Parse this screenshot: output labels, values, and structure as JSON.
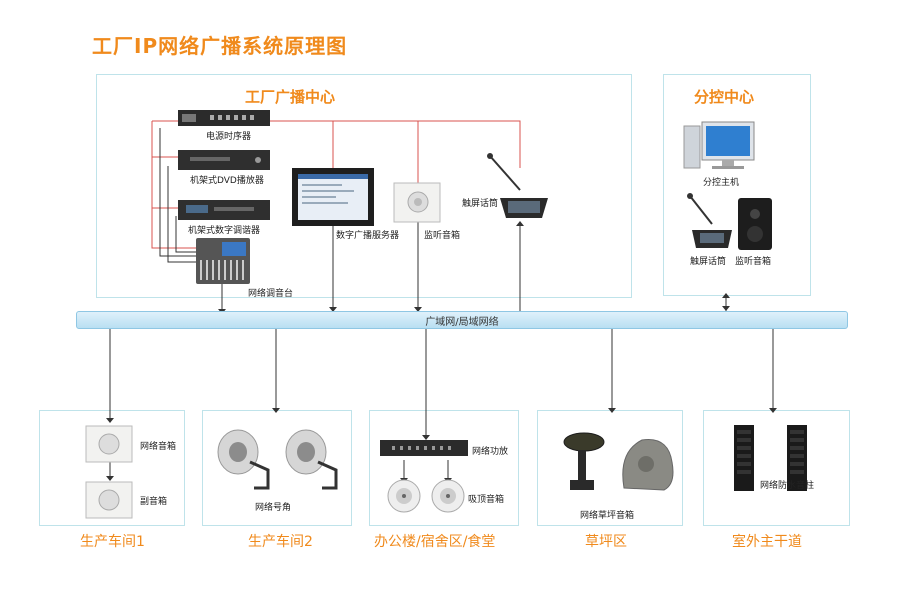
{
  "title": "工厂IP网络广播系统原理图",
  "center": {
    "title": "工厂广播中心",
    "devices": {
      "power_sequencer": "电源时序器",
      "dvd_player": "机架式DVD播放器",
      "digital_tuner": "机架式数字调谐器",
      "network_mixer": "网络调音台",
      "digital_server": "数字广播服务器",
      "monitor_speaker": "监听音箱",
      "touch_mic": "触屏话筒"
    }
  },
  "branch": {
    "title": "分控中心",
    "devices": {
      "host": "分控主机",
      "touch_mic": "触屏话筒",
      "monitor_speaker": "监听音箱"
    }
  },
  "network": {
    "label": "广域网/局域网络"
  },
  "zones": [
    {
      "name": "生产车间1",
      "devices": [
        "网络音箱",
        "副音箱"
      ]
    },
    {
      "name": "生产车间2",
      "devices": [
        "网络号角"
      ]
    },
    {
      "name": "办公楼/宿舍区/食堂",
      "devices": [
        "网络功放",
        "吸顶音箱"
      ]
    },
    {
      "name": "草坪区",
      "devices": [
        "网络草坪音箱"
      ]
    },
    {
      "name": "室外主干道",
      "devices": [
        "网络防水音柱"
      ]
    }
  ],
  "colors": {
    "accent": "#f08a1c",
    "wire": "#d9534f",
    "panel_border": "#bfe3ea",
    "bus": "#b9dff2"
  }
}
